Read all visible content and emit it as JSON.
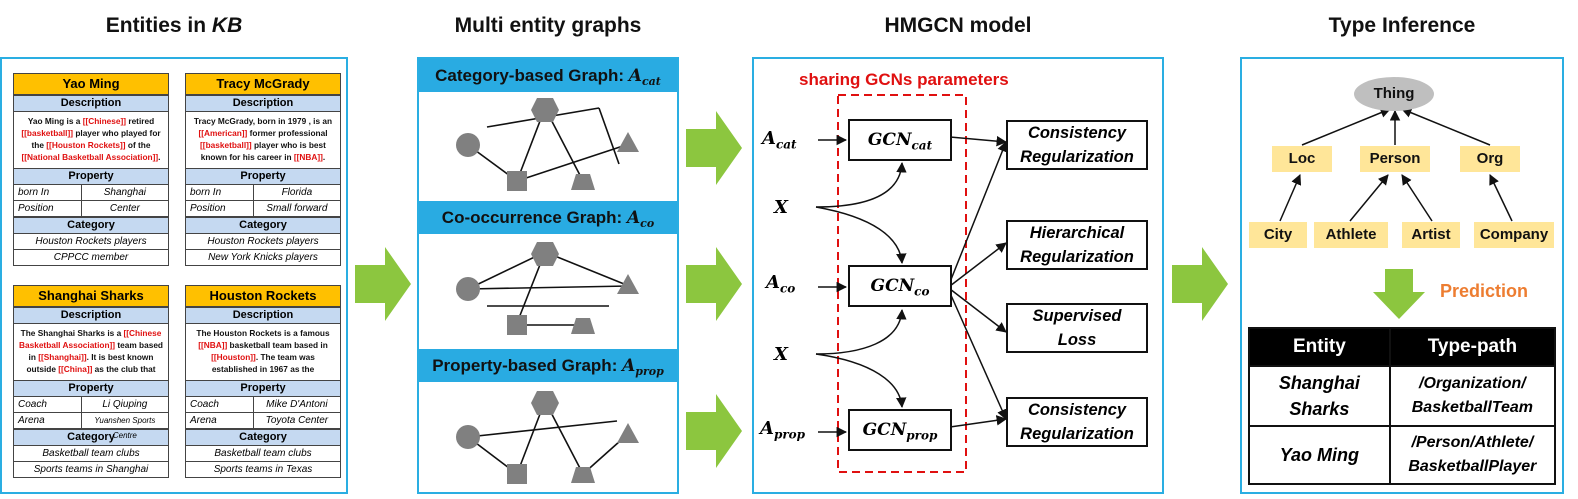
{
  "headings": {
    "kb_prefix": "Entities in ",
    "kb_suffix": "KB",
    "graphs": "Multi entity graphs",
    "model": "HMGCN model",
    "inference": "Type Inference"
  },
  "kb_cards": [
    {
      "title": "Yao Ming",
      "description_label": "Description",
      "description": [
        {
          "t": "Yao Ming is a "
        },
        {
          "t": "[[Chinese]]",
          "link": true
        },
        {
          "t": " retired "
        },
        {
          "t": "[[basketball]]",
          "link": true
        },
        {
          "t": " player who played for the "
        },
        {
          "t": "[[Houston Rockets]]",
          "link": true
        },
        {
          "t": " of the "
        },
        {
          "t": "[[National Basketball Association]]",
          "link": true
        },
        {
          "t": "."
        }
      ],
      "property_label": "Property",
      "properties": [
        {
          "k": "born In",
          "v": "Shanghai"
        },
        {
          "k": "Position",
          "v": "Center"
        }
      ],
      "category_label": "Category",
      "categories": [
        "Houston Rockets players",
        "CPPCC member"
      ]
    },
    {
      "title": "Tracy McGrady",
      "description_label": "Description",
      "description": [
        {
          "t": "Tracy McGrady, born in 1979 , is an "
        },
        {
          "t": "[[American]]",
          "link": true
        },
        {
          "t": " former professional "
        },
        {
          "t": "[[basketball]]",
          "link": true
        },
        {
          "t": " player who is best known for his career in "
        },
        {
          "t": "[[NBA]]",
          "link": true
        },
        {
          "t": "."
        }
      ],
      "property_label": "Property",
      "properties": [
        {
          "k": "born In",
          "v": "Florida"
        },
        {
          "k": "Position",
          "v": "Small forward"
        }
      ],
      "category_label": "Category",
      "categories": [
        "Houston Rockets players",
        "New York Knicks players"
      ]
    },
    {
      "title": "Shanghai Sharks",
      "description_label": "Description",
      "description": [
        {
          "t": "The Shanghai Sharks is a "
        },
        {
          "t": "[[Chinese Basketball Association]]",
          "link": true
        },
        {
          "t": " team based in "
        },
        {
          "t": "[[Shanghai]]",
          "link": true
        },
        {
          "t": ". It is best known outside "
        },
        {
          "t": "[[China]]",
          "link": true
        },
        {
          "t": " as the club that"
        }
      ],
      "property_label": "Property",
      "properties": [
        {
          "k": "Coach",
          "v": "Li Qiuping"
        },
        {
          "k": "Arena",
          "v": "Yuanshen Sports Centre",
          "small": true
        }
      ],
      "category_label": "Category",
      "categories": [
        "Basketball team clubs",
        "Sports teams in Shanghai"
      ]
    },
    {
      "title": "Houston Rockets",
      "description_label": "Description",
      "description": [
        {
          "t": "The Houston Rockets is a famous "
        },
        {
          "t": "[[NBA]]",
          "link": true
        },
        {
          "t": " basketball team based in "
        },
        {
          "t": "[[Houston]]",
          "link": true
        },
        {
          "t": ". The team was established in 1967 as the"
        }
      ],
      "property_label": "Property",
      "properties": [
        {
          "k": "Coach",
          "v": "Mike D'Antoni"
        },
        {
          "k": "Arena",
          "v": "Toyota Center"
        }
      ],
      "category_label": "Category",
      "categories": [
        "Basketball team clubs",
        "Sports teams in Texas"
      ]
    }
  ],
  "graphs": [
    {
      "label": "Category-based Graph: ",
      "sym": "A",
      "sub": "cat"
    },
    {
      "label": "Co-occurrence Graph: ",
      "sym": "A",
      "sub": "co"
    },
    {
      "label": "Property-based Graph: ",
      "sym": "A",
      "sub": "prop"
    }
  ],
  "model": {
    "sharing_label": "sharing GCNs parameters",
    "gcn": [
      {
        "sym": "GCN",
        "sub": "cat"
      },
      {
        "sym": "GCN",
        "sub": "co"
      },
      {
        "sym": "GCN",
        "sub": "prop"
      }
    ],
    "inputs": [
      {
        "sym": "A",
        "sub": "cat"
      },
      {
        "sym": "X",
        "sub": ""
      },
      {
        "sym": "A",
        "sub": "co"
      },
      {
        "sym": "X",
        "sub": ""
      },
      {
        "sym": "A",
        "sub": "prop"
      }
    ],
    "outputs": [
      {
        "line1": "Consistency",
        "line2": "Regularization"
      },
      {
        "line1": "Hierarchical",
        "line2": "Regularization"
      },
      {
        "line1": "Supervised",
        "line2": "Loss"
      },
      {
        "line1": "Consistency",
        "line2": "Regularization"
      }
    ]
  },
  "inference": {
    "root": "Thing",
    "level1": [
      "Loc",
      "Person",
      "Org"
    ],
    "level2": [
      "City",
      "Athlete",
      "Artist",
      "Company"
    ],
    "prediction_label": "Prediction",
    "table": {
      "headers": [
        "Entity",
        "Type-path"
      ],
      "rows": [
        {
          "entity_1": "Shanghai",
          "entity_2": "Sharks",
          "path_1": "/Organization/",
          "path_2": "BasketballTeam"
        },
        {
          "entity_1": "Yao Ming",
          "entity_2": "",
          "path_1": "/Person/Athlete/",
          "path_2": "BasketballPlayer"
        }
      ]
    }
  },
  "colors": {
    "panel_border": "#2aaee2",
    "graph_header": "#29abe2",
    "card_title": "#ffc000",
    "card_sub": "#c5d9f1",
    "link_red": "#e01010",
    "arrow_green": "#8cc63f",
    "node_gray": "#808080",
    "type_node": "#ffe699",
    "prediction_orange": "#ed7d31"
  }
}
